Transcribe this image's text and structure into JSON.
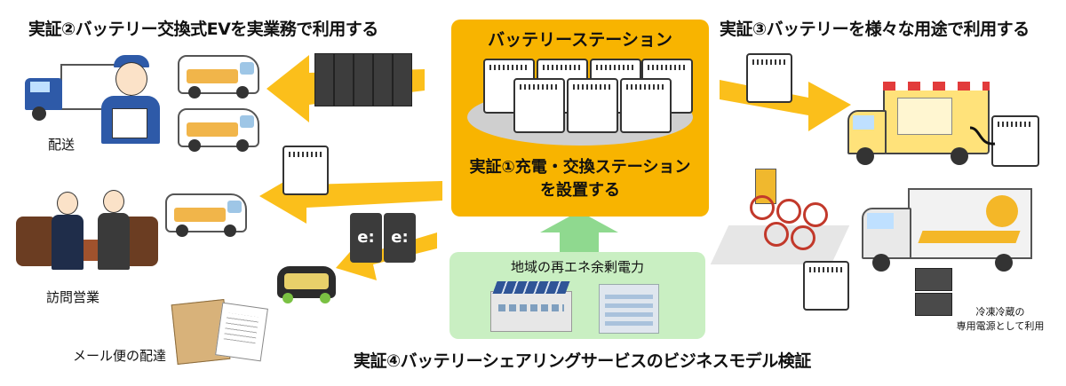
{
  "headings": {
    "demo2": "実証②バッテリー交換式EVを実業務で利用する",
    "demo3": "実証③バッテリーを様々な用途で利用する",
    "demo4": "実証④バッテリーシェアリングサービスのビジネスモデル検証"
  },
  "station": {
    "title": "バッテリーステーション",
    "demo1_line1": "実証①充電・交換ステーション",
    "demo1_line2": "を設置する"
  },
  "renewable": {
    "label": "地域の再エネ余剰電力"
  },
  "labels": {
    "delivery": "配送",
    "sales_visit": "訪問営業",
    "mail_delivery": "メール便の配達",
    "refrigeration_line1": "冷凍冷蔵の",
    "refrigeration_line2": "専用電源として利用"
  },
  "battery_packs": {
    "eb_label": "e:"
  },
  "colors": {
    "station_fill": "#f8b400",
    "arrow_yellow": "#fbbf1b",
    "renewable_fill": "#c9efc2",
    "arrow_green": "#8fd98f"
  }
}
